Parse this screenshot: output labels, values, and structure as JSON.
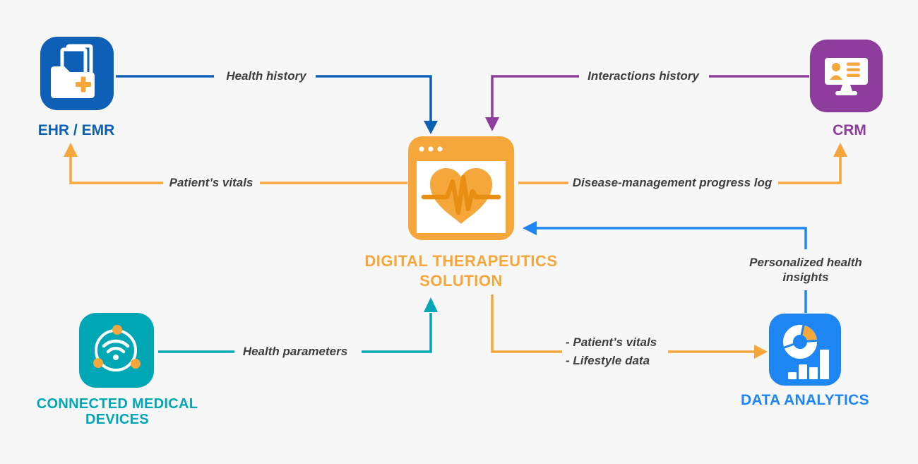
{
  "colors": {
    "background": "#f7f7f8",
    "ehr_blue": "#0d60b6",
    "crm_purple": "#8e3d9d",
    "solution_orange": "#f5a73c",
    "solution_orange_dark": "#e88e12",
    "devices_teal": "#00a7b5",
    "analytics_blue": "#1e86f2",
    "flow_label_text": "#3e3e3e"
  },
  "nodes": {
    "ehr": {
      "label": "EHR / EMR"
    },
    "crm": {
      "label": "CRM"
    },
    "solution": {
      "title_line1": "DIGITAL THERAPEUTICS",
      "title_line2": "SOLUTION"
    },
    "devices": {
      "label_line1": "CONNECTED MEDICAL",
      "label_line2": "DEVICES"
    },
    "analytics": {
      "label": "DATA ANALYTICS"
    }
  },
  "flows": {
    "health_history": {
      "label": "Health history"
    },
    "interactions_history": {
      "label": "Interactions history"
    },
    "patients_vitals": {
      "label": "Patient’s vitals"
    },
    "disease_management": {
      "label": "Disease-management progress log"
    },
    "personalized_insights": {
      "label_line1": "Personalized health",
      "label_line2": "insights"
    },
    "health_parameters": {
      "label": "Health parameters"
    },
    "solution_to_analytics": {
      "items": [
        "- Patient’s vitals",
        "- Lifestyle data"
      ]
    }
  }
}
